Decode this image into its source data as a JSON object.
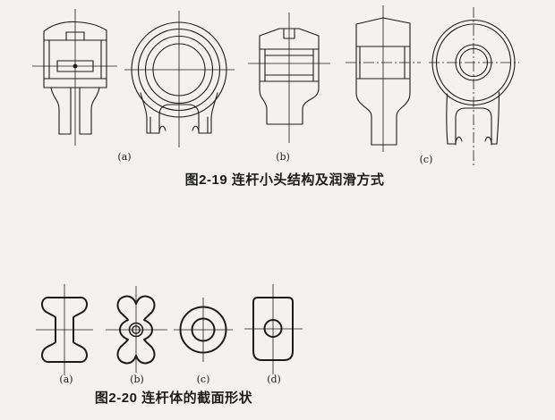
{
  "page": {
    "background": "#f3f2f0",
    "ink": "#1c1c1c"
  },
  "figure_2_19": {
    "caption": "图2-19  连杆小头结构及润滑方式",
    "labels": {
      "a": "(a)",
      "b": "(b)",
      "c": "(c)"
    }
  },
  "figure_2_20": {
    "caption": "图2-20  连杆体的截面形状",
    "labels": {
      "a": "(a)",
      "b": "(b)",
      "c": "(c)",
      "d": "(d)"
    }
  }
}
